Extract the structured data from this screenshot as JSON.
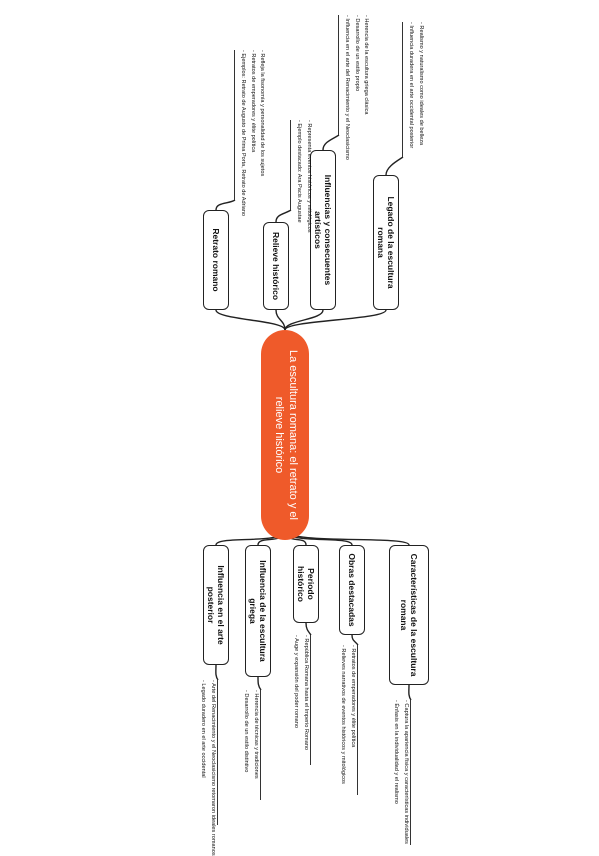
{
  "central_topic": "La escultura romana: el retrato y el relieve histórico",
  "topics_right": [
    {
      "label": "Retrato romano",
      "details": [
        "- Refleja la fisonomía y personalidad de los sujetos",
        "- Retratos de emperadores y élite política",
        "- Ejemplos: Retrato de Augusto de Prima Porta, Retrato de Adriano"
      ]
    },
    {
      "label": "Relieve histórico",
      "details": [
        "- Representa eventos históricos y mitológicos",
        "- Ejemplo destacado: Ara Pacis Augustae"
      ]
    },
    {
      "label": "Influencias y consecuentes artísticos",
      "details": [
        "- Herencia de la escultura griega clásica",
        "- Desarrollo de un estilo propio",
        "- Influencia en el arte del Renacimiento y el Neoclasicismo"
      ]
    },
    {
      "label": "Legado de la escultura romana",
      "details": [
        "- Realismo y naturalismo como ideales de belleza",
        "- Influencia duradera en el arte occidental posterior"
      ]
    }
  ],
  "topics_left": [
    {
      "label": "Influencia en el arte posterior",
      "details": [
        "- Arte del Renacimiento y el Neoclasicismo retomaron ideales romanos",
        "- Legado duradero en el arte occidental"
      ]
    },
    {
      "label": "Influencia de la escultura griega",
      "details": [
        "- Herencia de técnicas y tradiciones",
        "- Desarrollo de un estilo distintivo"
      ]
    },
    {
      "label": "Periodo histórico",
      "details": [
        "- República Romana hasta el Imperio Romano",
        "- Auge y expansión del poder romano"
      ]
    },
    {
      "label": "Obras destacadas",
      "details": [
        "- Retratos de emperadores y élite política",
        "- Relieves narrativos de eventos históricos y mitológicos"
      ]
    },
    {
      "label": "Características de la escultura romana",
      "details": [
        "- Captura la apariencia física y características individuales",
        "- Énfasis en la individualidad y el realismo"
      ]
    }
  ]
}
